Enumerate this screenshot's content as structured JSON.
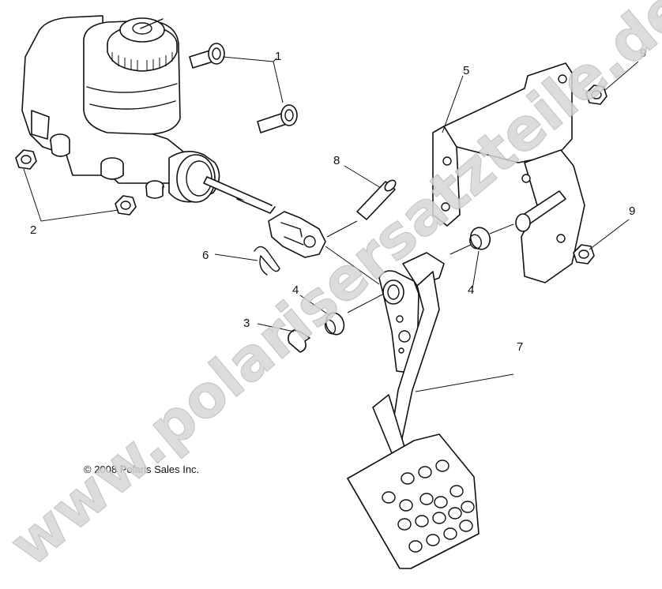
{
  "watermark": "www.polarisersatzteile.de",
  "copyright": "© 2008 Polaris Sales Inc.",
  "callouts": {
    "c1": "1",
    "c2": "2",
    "c3": "3",
    "c4a": "4",
    "c4b": "4",
    "c5": "5",
    "c6": "6",
    "c7": "7",
    "c8": "8",
    "c9a": "9",
    "c9b": "9"
  }
}
